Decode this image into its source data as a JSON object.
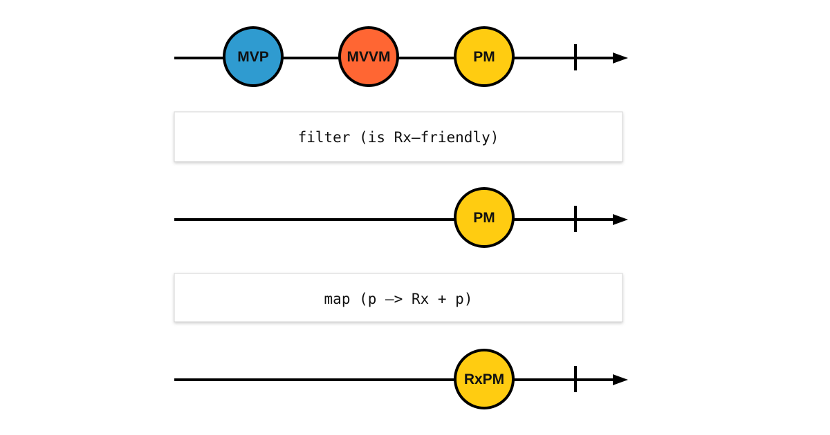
{
  "diagram": {
    "type": "marble-diagram",
    "timelines": [
      {
        "id": "source",
        "marbles": [
          {
            "label": "MVP",
            "color": "#2f9bd0"
          },
          {
            "label": "MVVM",
            "color": "#ff6633"
          },
          {
            "label": "PM",
            "color": "#ffcc11"
          }
        ],
        "completed": true
      },
      {
        "id": "filtered",
        "marbles": [
          {
            "label": "PM",
            "color": "#ffcc11"
          }
        ],
        "completed": true
      },
      {
        "id": "mapped",
        "marbles": [
          {
            "label": "RxPM",
            "color": "#ffcc11"
          }
        ],
        "completed": true
      }
    ],
    "operators": [
      {
        "id": "filter-operator",
        "label": "filter (is Rx–friendly)"
      },
      {
        "id": "map-operator",
        "label": "map (p –> Rx + p)"
      }
    ]
  }
}
